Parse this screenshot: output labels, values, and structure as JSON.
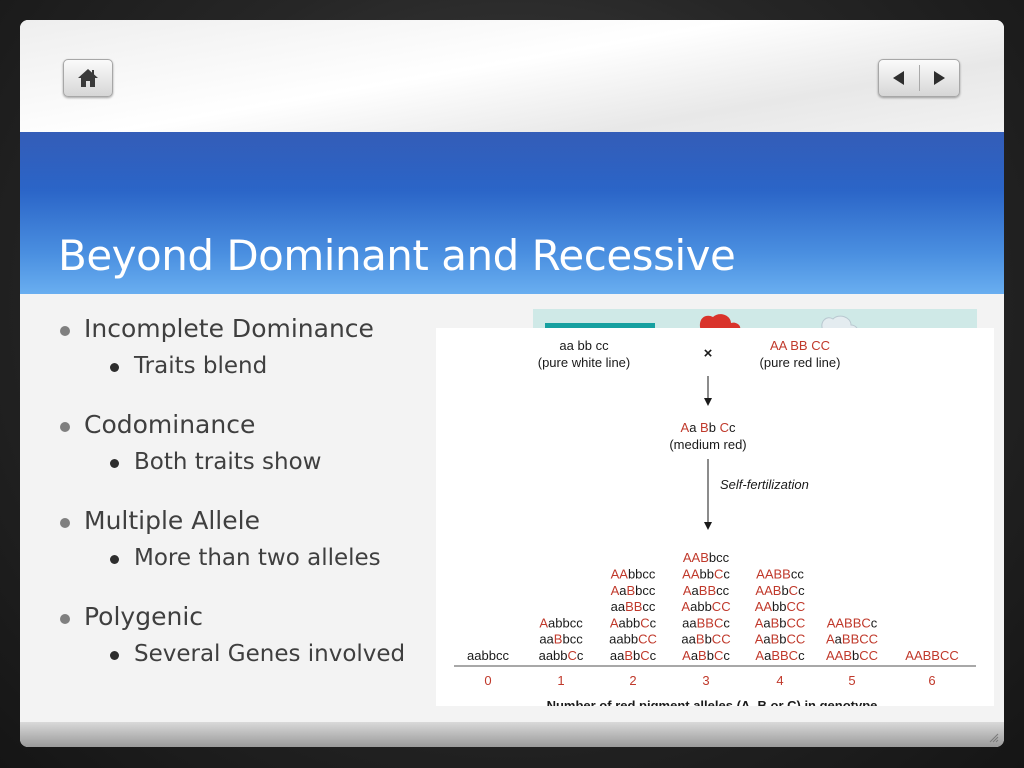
{
  "slide": {
    "title": "Beyond Dominant and Recessive",
    "nav": {
      "home_icon": "home-icon",
      "prev_icon": "triangle-left-icon",
      "next_icon": "triangle-right-icon"
    }
  },
  "bullets": [
    {
      "text": "Incomplete Dominance",
      "sub": "Traits blend"
    },
    {
      "text": "Codominance",
      "sub": "Both traits show"
    },
    {
      "text": "Multiple Allele",
      "sub": "More than two alleles"
    },
    {
      "text": "Polygenic",
      "sub": "Several Genes involved"
    }
  ],
  "figure": {
    "parent1": {
      "genotype": "aa bb cc",
      "label": "(pure white line)"
    },
    "cross_symbol": "×",
    "parent2": {
      "genotype": "AA BB CC",
      "label": "(pure red line)"
    },
    "f1": {
      "label": "(medium red)"
    },
    "step_label": "Self-fertilization",
    "x_axis_label": "Number of red pigment alleles (A, B or C) in genotype",
    "columns": [
      {
        "count": "0",
        "genotypes": [
          "aabbcc"
        ]
      },
      {
        "count": "1",
        "genotypes": [
          "aabbCc",
          "aaBbcc",
          "Aabbcc"
        ]
      },
      {
        "count": "2",
        "genotypes": [
          "aaBbCc",
          "aabbCC",
          "AabbCc",
          "aaBBcc",
          "AaBbcc",
          "AAbbcc"
        ]
      },
      {
        "count": "3",
        "genotypes": [
          "AaBbCc",
          "aaBbCC",
          "aaBBCc",
          "AabbCC",
          "AaBBcc",
          "AAbbCc",
          "AABbcc"
        ]
      },
      {
        "count": "4",
        "genotypes": [
          "AaBBCc",
          "AaBbCC",
          "AaBbCC",
          "AAbbCC",
          "AABbCc",
          "AABBcc"
        ]
      },
      {
        "count": "5",
        "genotypes": [
          "AABbCC",
          "AaBBCC",
          "AABBCc"
        ]
      },
      {
        "count": "6",
        "genotypes": [
          "AABBCC"
        ]
      }
    ],
    "colors": {
      "dominant": "#c0392b",
      "recessive": "#1a1a1a"
    }
  },
  "colors": {
    "title_band": "#2a64c7",
    "bullet_text": "#3f3f3f",
    "slide_bg": "#f3f3f3"
  }
}
